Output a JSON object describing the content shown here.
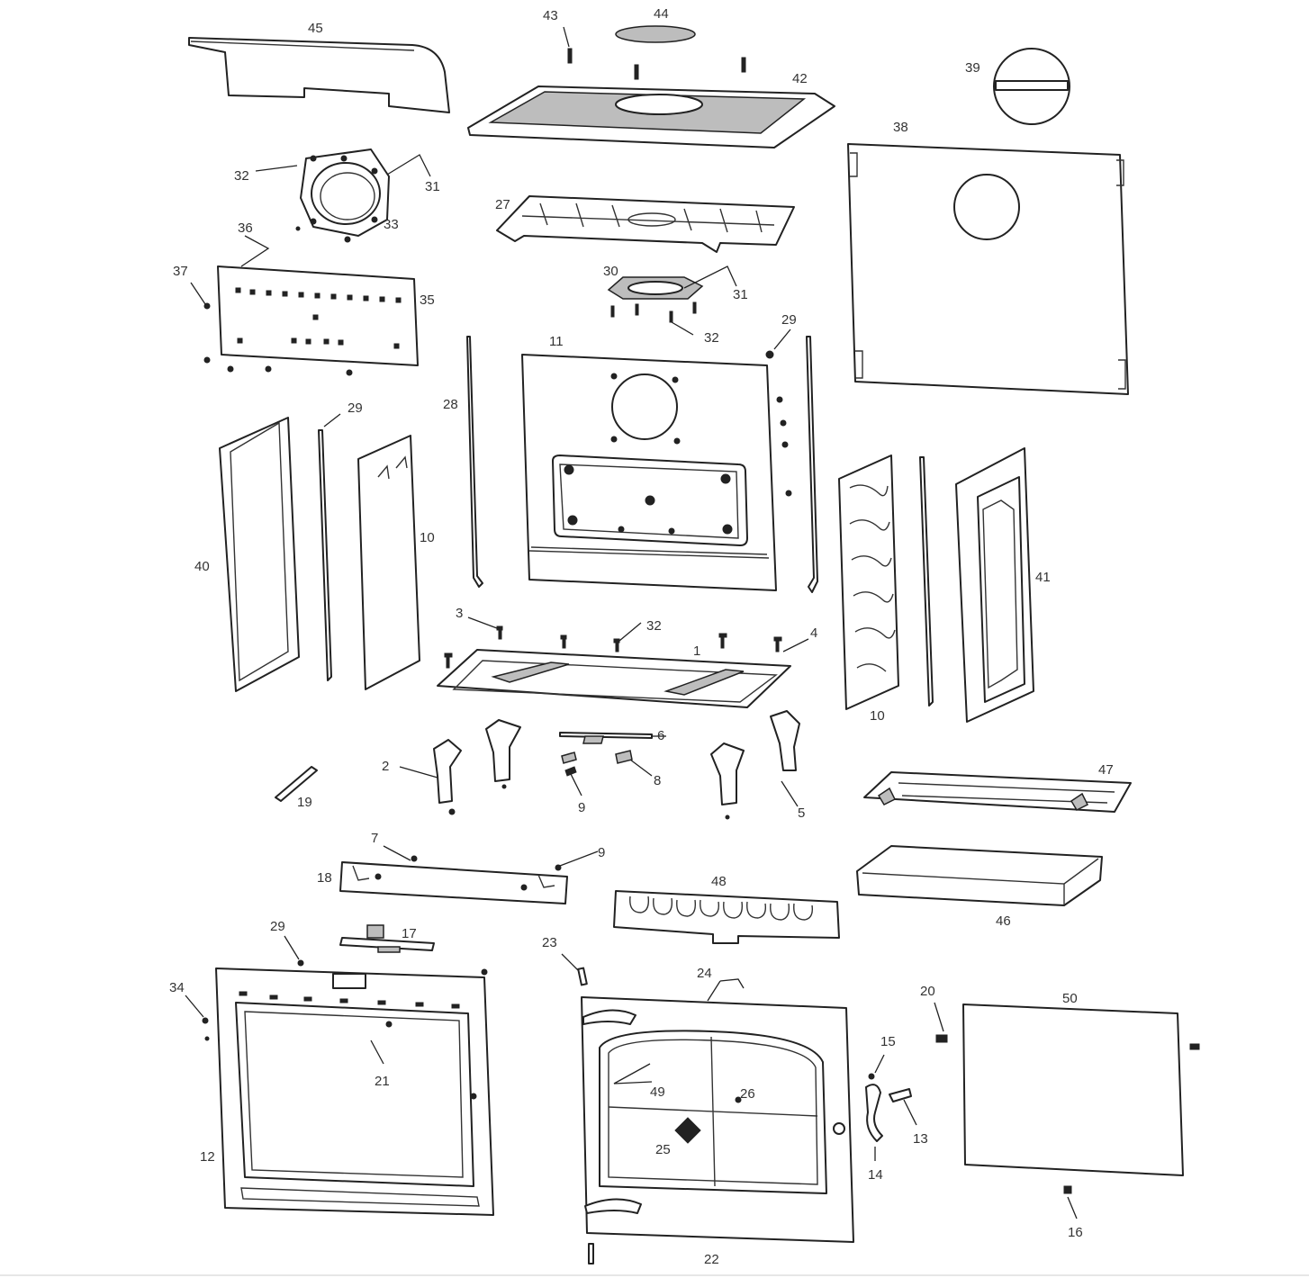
{
  "colors": {
    "line": "#222222",
    "background": "#ffffff",
    "label": "#333333"
  },
  "callouts": [
    {
      "id": "c45",
      "text": "45"
    },
    {
      "id": "c43",
      "text": "43"
    },
    {
      "id": "c44",
      "text": "44"
    },
    {
      "id": "c42",
      "text": "42"
    },
    {
      "id": "c39",
      "text": "39"
    },
    {
      "id": "c38",
      "text": "38"
    },
    {
      "id": "c32a",
      "text": "32"
    },
    {
      "id": "c31a",
      "text": "31"
    },
    {
      "id": "c33",
      "text": "33"
    },
    {
      "id": "c27",
      "text": "27"
    },
    {
      "id": "c36",
      "text": "36"
    },
    {
      "id": "c37",
      "text": "37"
    },
    {
      "id": "c35",
      "text": "35"
    },
    {
      "id": "c30",
      "text": "30"
    },
    {
      "id": "c31b",
      "text": "31"
    },
    {
      "id": "c32b",
      "text": "32"
    },
    {
      "id": "c29a",
      "text": "29"
    },
    {
      "id": "c11",
      "text": "11"
    },
    {
      "id": "c28",
      "text": "28"
    },
    {
      "id": "c29b",
      "text": "29"
    },
    {
      "id": "c40",
      "text": "40"
    },
    {
      "id": "c10a",
      "text": "10"
    },
    {
      "id": "c41",
      "text": "41"
    },
    {
      "id": "c3",
      "text": "3"
    },
    {
      "id": "c32c",
      "text": "32"
    },
    {
      "id": "c1",
      "text": "1"
    },
    {
      "id": "c4",
      "text": "4"
    },
    {
      "id": "c10b",
      "text": "10"
    },
    {
      "id": "c6",
      "text": "6"
    },
    {
      "id": "c2",
      "text": "2"
    },
    {
      "id": "c8",
      "text": "8"
    },
    {
      "id": "c9a",
      "text": "9"
    },
    {
      "id": "c5",
      "text": "5"
    },
    {
      "id": "c47",
      "text": "47"
    },
    {
      "id": "c19",
      "text": "19"
    },
    {
      "id": "c7",
      "text": "7"
    },
    {
      "id": "c9b",
      "text": "9"
    },
    {
      "id": "c18",
      "text": "18"
    },
    {
      "id": "c48",
      "text": "48"
    },
    {
      "id": "c46",
      "text": "46"
    },
    {
      "id": "c29c",
      "text": "29"
    },
    {
      "id": "c17",
      "text": "17"
    },
    {
      "id": "c23",
      "text": "23"
    },
    {
      "id": "c24",
      "text": "24"
    },
    {
      "id": "c34",
      "text": "34"
    },
    {
      "id": "c20",
      "text": "20"
    },
    {
      "id": "c50",
      "text": "50"
    },
    {
      "id": "c21",
      "text": "21"
    },
    {
      "id": "c15",
      "text": "15"
    },
    {
      "id": "c49",
      "text": "49"
    },
    {
      "id": "c26",
      "text": "26"
    },
    {
      "id": "c13",
      "text": "13"
    },
    {
      "id": "c12",
      "text": "12"
    },
    {
      "id": "c25",
      "text": "25"
    },
    {
      "id": "c14",
      "text": "14"
    },
    {
      "id": "c16",
      "text": "16"
    },
    {
      "id": "c22",
      "text": "22"
    }
  ]
}
